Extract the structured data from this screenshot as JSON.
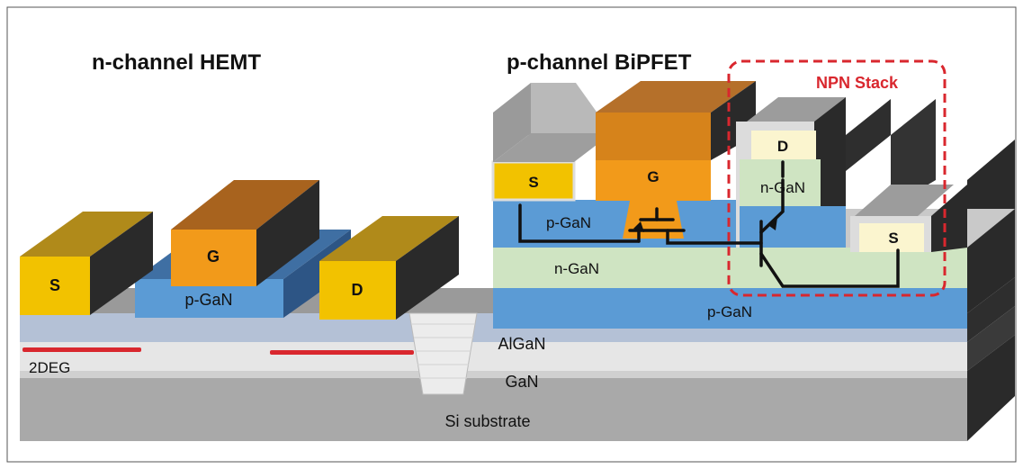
{
  "figure": {
    "titles": {
      "hemt": "n-channel HEMT",
      "bipfet": "p-channel BiPFET",
      "npn_stack": "NPN Stack"
    },
    "hemt": {
      "source": "S",
      "gate": "G",
      "drain": "D",
      "gate_layer": "p-GaN"
    },
    "bipfet": {
      "source": "S",
      "gate": "G",
      "layer_p_top": "p-GaN",
      "layer_n": "n-GaN",
      "layer_p_bottom": "p-GaN"
    },
    "npn": {
      "drain": "D",
      "layer_n_top": "n-GaN",
      "source": "S"
    },
    "layers": {
      "barrier": "AlGaN",
      "twodeg": "2DEG",
      "channel": "GaN",
      "substrate": "Si substrate"
    },
    "colors": {
      "source_drain": "#f2c200",
      "gate": "#f29a1a",
      "p_gan": "#5b9bd5",
      "n_gan": "#cfe4c2",
      "n_plus": "#fbf5cf",
      "algan": "#b4c1d6",
      "gan": "#e6e6e6",
      "substrate": "#a9a9a9",
      "twodeg": "#d9272e",
      "npn_box": "#d9272e"
    }
  }
}
